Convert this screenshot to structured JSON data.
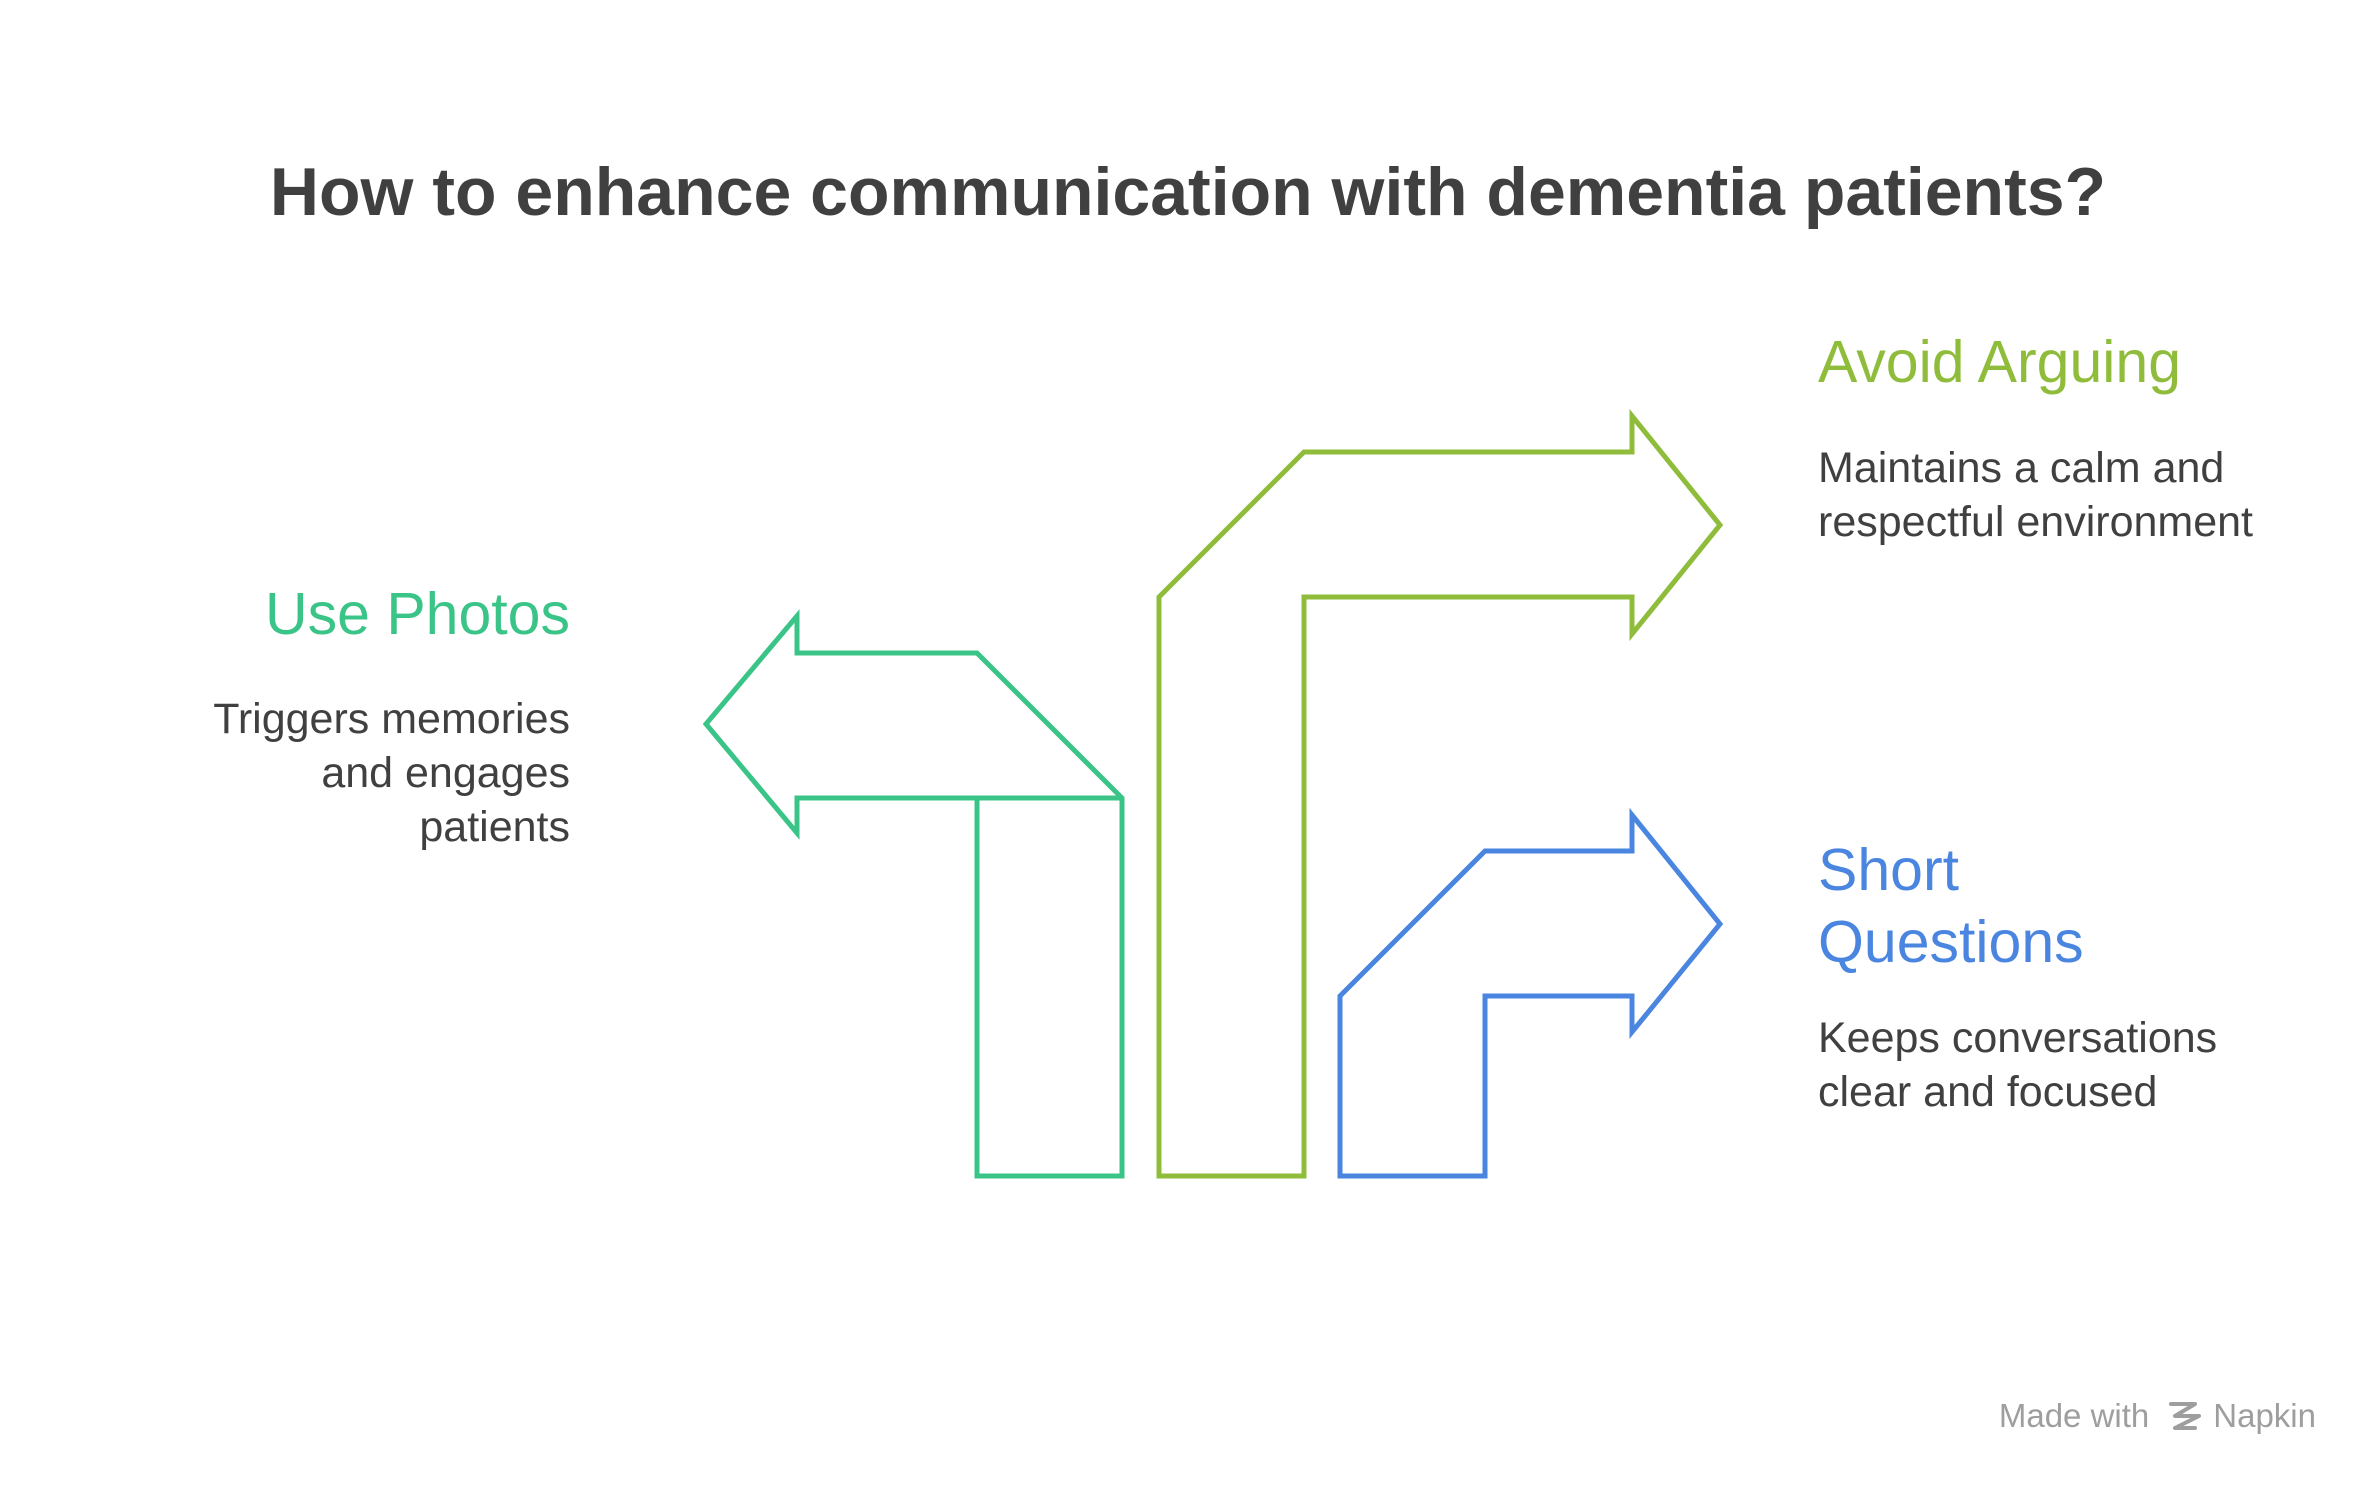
{
  "title": "How to enhance communication with dementia patients?",
  "items": [
    {
      "heading": "Use Photos",
      "description": "Triggers memories and engages patients",
      "color": "#3ac487"
    },
    {
      "heading": "Avoid Arguing",
      "description": "Maintains a calm and respectful environment",
      "color": "#8fbd3b"
    },
    {
      "heading": "Short Questions",
      "description": "Keeps conversations clear and focused",
      "color": "#4a86e0"
    }
  ],
  "footer": {
    "made_with": "Made with",
    "brand": "Napkin"
  },
  "text_color": "#404040",
  "footer_color": "#9e9e9e"
}
